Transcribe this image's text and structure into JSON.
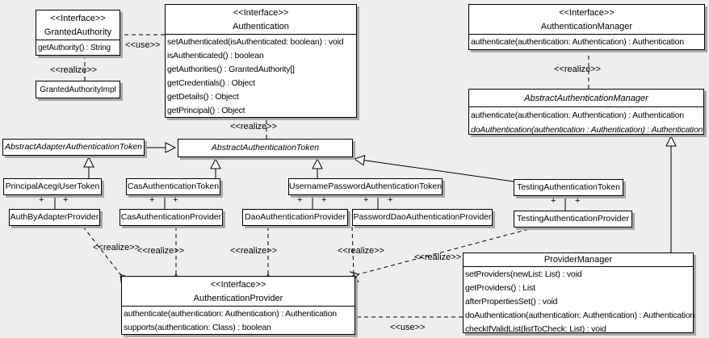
{
  "colors": {
    "bg": "#eeeeee",
    "box_fill": "#ffffff",
    "line": "#000000",
    "shadow": "#a8a8a8"
  },
  "labels": {
    "realize": "<<realize>>",
    "use": "<<use>>",
    "plus": "+"
  },
  "classes": {
    "granted_authority": {
      "stereotype": "<<Interface>>",
      "name": "GrantedAuthority",
      "methods": [
        "getAuthority() : String"
      ]
    },
    "granted_authority_impl": {
      "name": "GrantedAuthorityImpl"
    },
    "authentication": {
      "stereotype": "<<Interface>>",
      "name": "Authentication",
      "methods": [
        "setAuthenticated(isAuthenticated: boolean) : void",
        "isAuthenticated() : boolean",
        "getAuthorities() : GrantedAuthority[]",
        "getCredentials() : Object",
        "getDetails() : Object",
        "getPrincipal() : Object"
      ]
    },
    "authentication_manager": {
      "stereotype": "<<Interface>>",
      "name": "AuthenticationManager",
      "methods": [
        "authenticate(authentication: Authentication) : Authentication"
      ]
    },
    "abstract_authentication_manager": {
      "name": "AbstractAuthenticationManager",
      "methods": [
        "authenticate(authentication: Authentication) : Authentication",
        "doAuthentication(authentication : Authentication) : Authentication"
      ]
    },
    "abstract_adapter_authentication_token": {
      "name": "AbstractAdapterAuthenticationToken"
    },
    "abstract_authentication_token": {
      "name": "AbstractAuthenticationToken"
    },
    "principal_acegi_user_token": {
      "name": "PrincipalAcegiUserToken"
    },
    "cas_authentication_token": {
      "name": "CasAuthenticationToken"
    },
    "username_password_authentication_token": {
      "name": "UsernamePasswordAuthenticationToken"
    },
    "testing_authentication_token": {
      "name": "TestingAuthenticationToken"
    },
    "auth_by_adapter_provider": {
      "name": "AuthByAdapterProvider"
    },
    "cas_authentication_provider": {
      "name": "CasAuthenticationProvider"
    },
    "dao_authentication_provider": {
      "name": "DaoAuthenticationProvider"
    },
    "password_dao_authentication_provider": {
      "name": "PasswordDaoAuthenticationProvider"
    },
    "testing_authentication_provider": {
      "name": "TestingAuthenticationProvider"
    },
    "authentication_provider": {
      "stereotype": "<<Interface>>",
      "name": "AuthenticationProvider",
      "methods": [
        "authenticate(authentication: Authentication) : Authentication",
        "supports(authentication: Class) : boolean"
      ]
    },
    "provider_manager": {
      "name": "ProviderManager",
      "methods": [
        "setProviders(newList: List) : void",
        "getProviders() : List",
        "afterPropertiesSet() : void",
        "doAuthentication(authentication: Authentication) : Authentication",
        "checkIfValidList(listToCheck: List) : void"
      ]
    }
  }
}
